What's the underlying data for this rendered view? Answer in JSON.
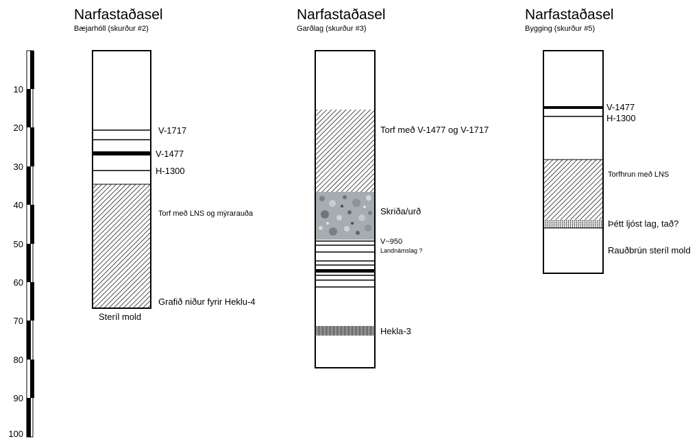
{
  "scale": {
    "labels": [
      "10",
      "20",
      "30",
      "40",
      "50",
      "60",
      "70",
      "80",
      "90",
      "100"
    ]
  },
  "columns": [
    {
      "title": "Narfastaðasel",
      "subtitle": "Bæjarhóll (skurður #2)",
      "labels": [
        "V-1717",
        "V-1477",
        "H-1300",
        "Torf með LNS og mýrarauða",
        "Grafið niður fyrir Heklu-4",
        "Steríl mold"
      ]
    },
    {
      "title": "Narfastaðasel",
      "subtitle": "Garðlag (skurður #3)",
      "labels": [
        "Torf með V-1477 og V-1717",
        "Skriða/urð",
        "V~950",
        "Landnámslag ?",
        "Hekla-3"
      ]
    },
    {
      "title": "Narfastaðasel",
      "subtitle": "Bygging (skurður #5)",
      "labels": [
        "V-1477",
        "H-1300",
        "Torfhrun með LNS",
        "Þétt ljóst lag, tað?",
        "Rauðbrún steríl mold"
      ]
    }
  ]
}
